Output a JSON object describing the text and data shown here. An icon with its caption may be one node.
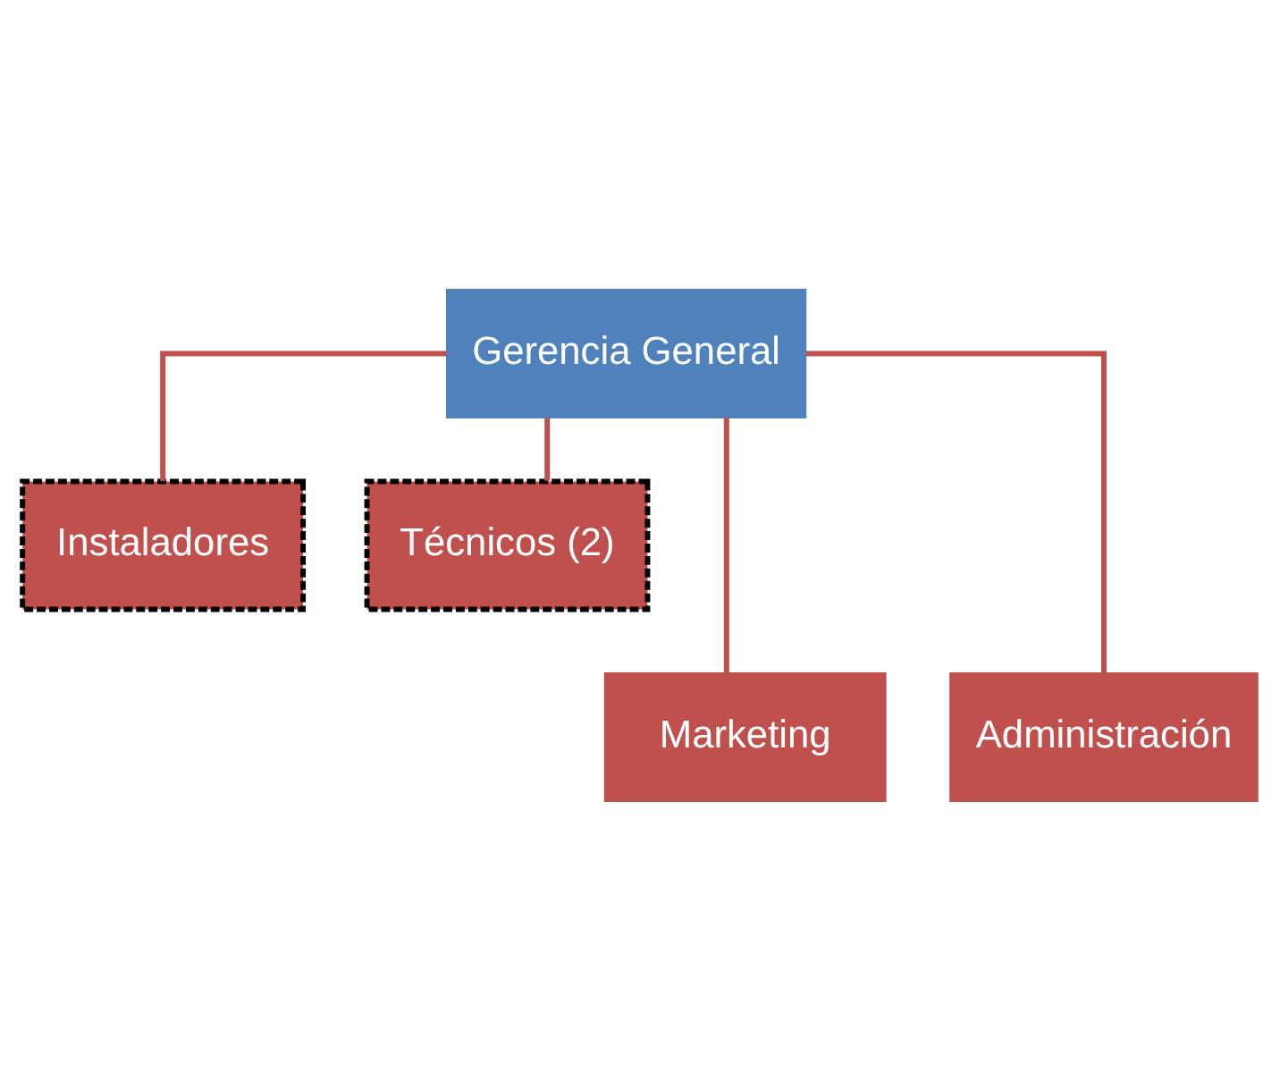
{
  "diagram": {
    "nodes": [
      {
        "text": [
          "Gerencia General"
        ]
      },
      {
        "text": [
          "Instaladores"
        ]
      },
      {
        "text": [
          "Técnicos (2)"
        ]
      },
      {
        "text": [
          "Marketing"
        ]
      },
      {
        "text": [
          "Administración"
        ]
      }
    ],
    "edges": [
      {
        "from": 0,
        "to": 1,
        "arrow": "none"
      },
      {
        "from": 0,
        "to": 2,
        "arrow": "none"
      },
      {
        "from": 0,
        "to": 3,
        "arrow": "none"
      },
      {
        "from": 0,
        "to": 4,
        "arrow": "none"
      }
    ]
  }
}
